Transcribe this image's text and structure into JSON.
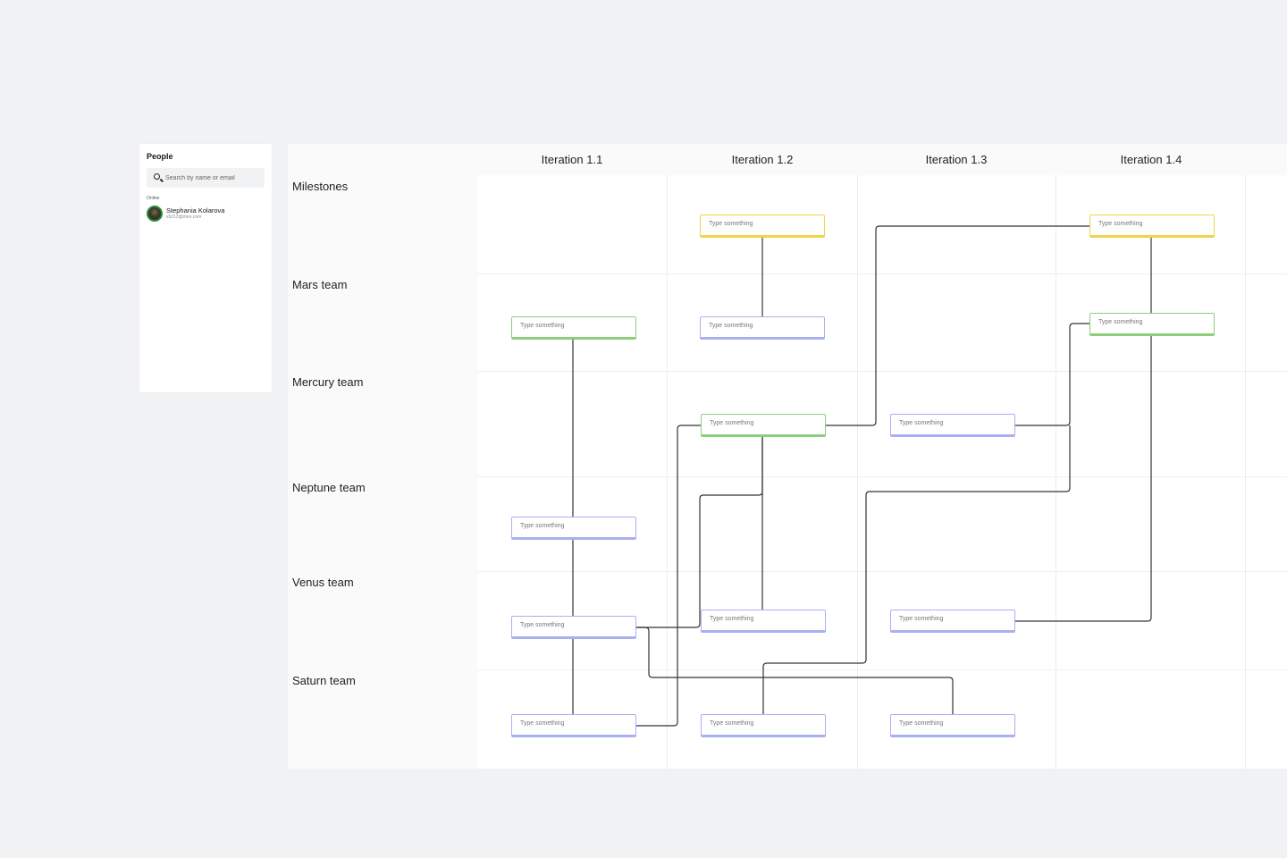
{
  "people": {
    "title": "People",
    "search_placeholder": "Search by name or email",
    "online_label": "Online",
    "person": {
      "name": "Stephania Kolarova",
      "email": "s5212@miro.com"
    }
  },
  "board": {
    "columns": [
      "Iteration 1.1",
      "Iteration 1.2",
      "Iteration 1.3",
      "Iteration 1.4"
    ],
    "rows": [
      "Milestones",
      "Mars team",
      "Mercury team",
      "Neptune team",
      "Venus team",
      "Saturn team"
    ]
  },
  "card_placeholder": "Type something",
  "colors": {
    "yellow": "#f2d34a",
    "green": "#8ccf7a",
    "blue": "#a9b0f2",
    "connector": "#333333"
  }
}
